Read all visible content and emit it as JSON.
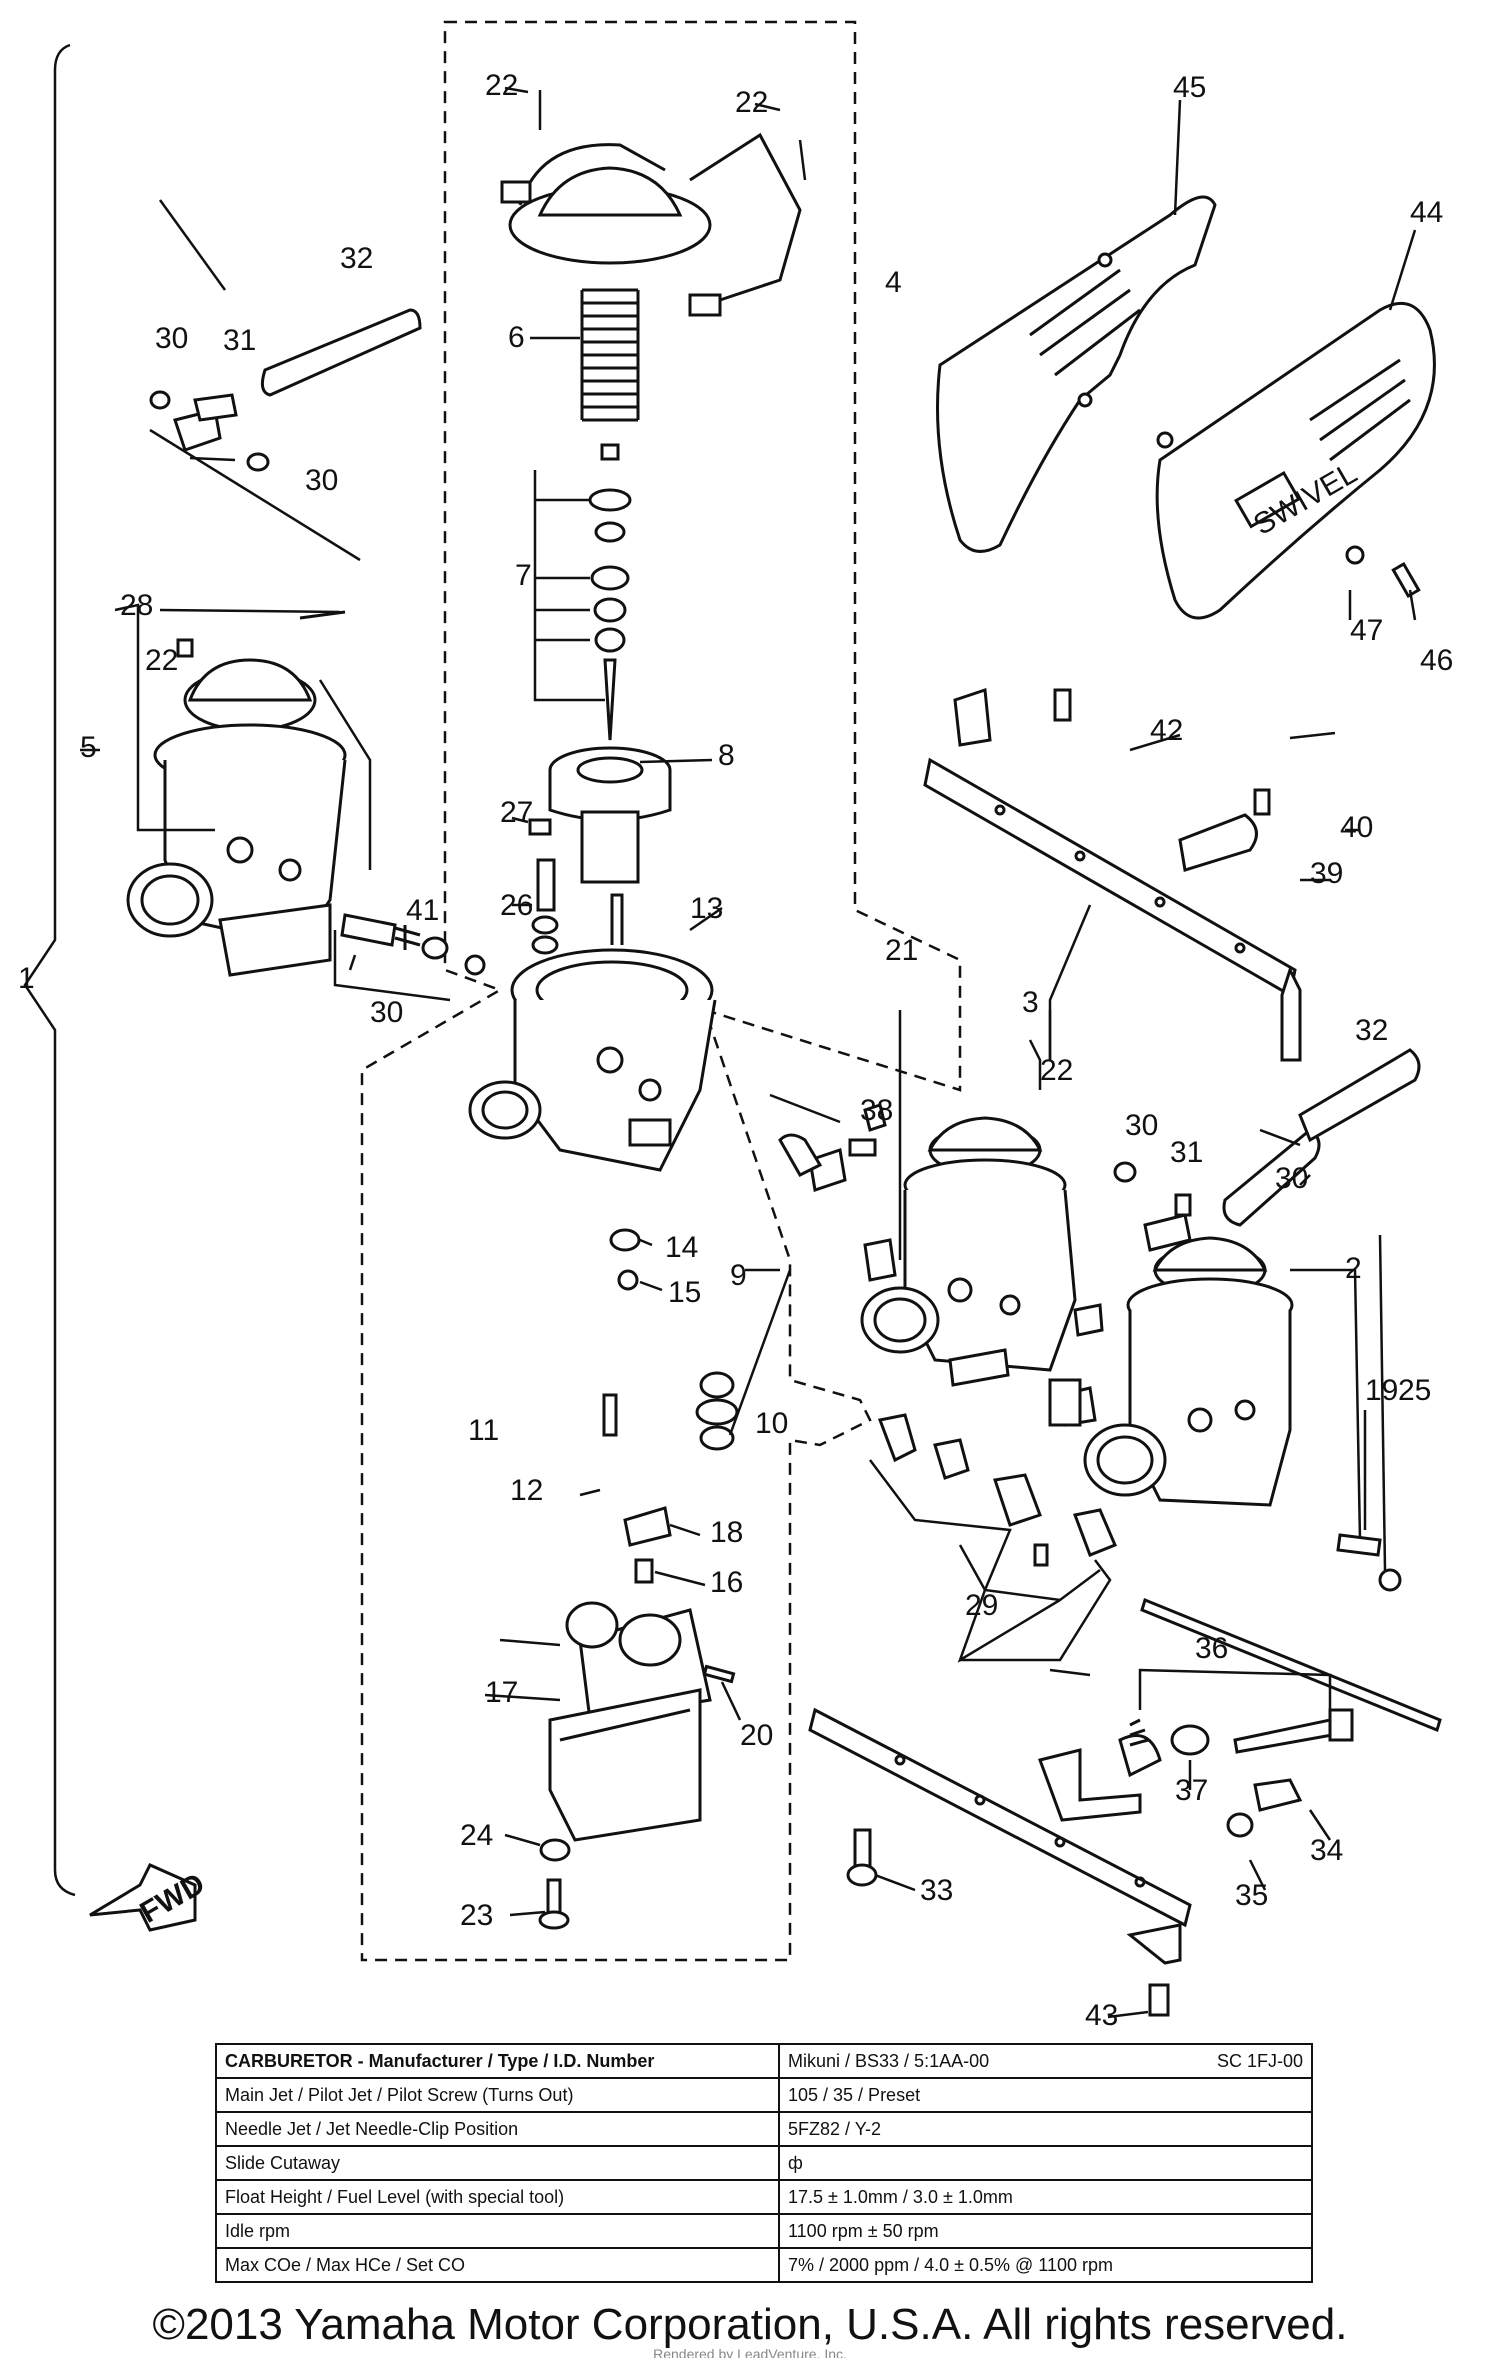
{
  "callouts": [
    "1",
    "2",
    "3",
    "4",
    "5",
    "6",
    "7",
    "8",
    "9",
    "10",
    "11",
    "12",
    "13",
    "14",
    "15",
    "16",
    "17",
    "18",
    "19",
    "20",
    "21",
    "22",
    "22",
    "22",
    "22",
    "23",
    "24",
    "25",
    "26",
    "27",
    "28",
    "29",
    "30",
    "30",
    "30",
    "30",
    "30",
    "31",
    "31",
    "32",
    "32",
    "33",
    "34",
    "35",
    "36",
    "37",
    "38",
    "39",
    "40",
    "41",
    "42",
    "43",
    "44",
    "45",
    "46",
    "47"
  ],
  "emblem_text": "FWD",
  "cover_text": "SWIVEL",
  "spec_table": {
    "header": {
      "label": "CARBURETOR - Manufacturer / Type / I.D. Number",
      "value": "Mikuni / BS33 / 5:1AA-00",
      "code": "SC 1FJ-00"
    },
    "rows": [
      {
        "label": "Main Jet / Pilot Jet / Pilot Screw (Turns Out)",
        "value": "105 / 35 / Preset"
      },
      {
        "label": "Needle Jet / Jet Needle-Clip Position",
        "value": "5FZ82 / Y-2"
      },
      {
        "label": "Slide Cutaway",
        "value": "ф"
      },
      {
        "label": "Float Height / Fuel Level (with special tool)",
        "value": "17.5 ± 1.0mm / 3.0 ± 1.0mm"
      },
      {
        "label": "Idle rpm",
        "value": "1100 rpm ± 50 rpm"
      },
      {
        "label": "Max COe / Max HCe / Set CO",
        "value": "7% / 2000 ppm / 4.0 ± 0.5% @ 1100 rpm"
      }
    ]
  },
  "copyright": "©2013 Yamaha Motor Corporation, U.S.A. All rights reserved.",
  "watermark": "Rendered by LeadVenture, Inc."
}
